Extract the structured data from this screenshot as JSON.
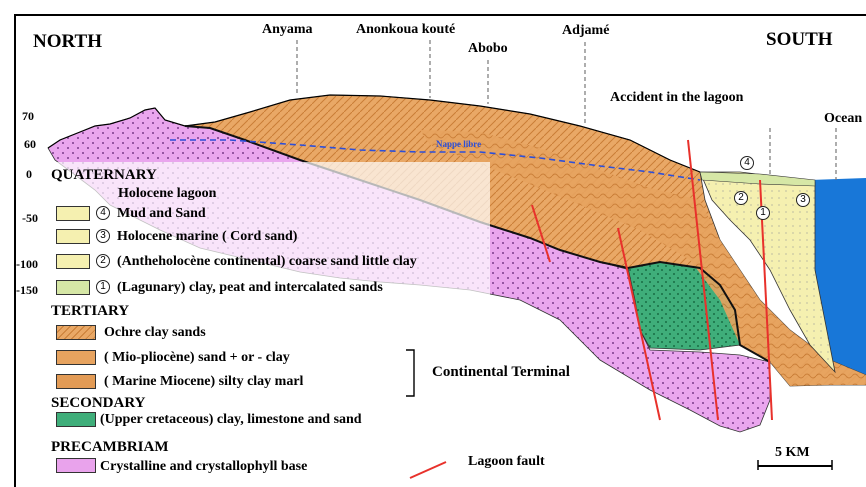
{
  "header": {
    "north": "NORTH",
    "south": "SOUTH"
  },
  "places": {
    "anyama": "Anyama",
    "anonkoua": "Anonkoua kouté",
    "abobo": "Abobo",
    "adjame": "Adjamé",
    "accident": "Accident in the lagoon",
    "ocean": "Ocean"
  },
  "axis": {
    "ticks": [
      "70",
      "60",
      "0",
      "-50",
      "-100",
      "-150"
    ]
  },
  "nappe_label": "Nappe libre",
  "legend": {
    "quaternary": {
      "title": "QUATERNARY",
      "subtitle": "Holocene lagoon",
      "items": [
        {
          "num": "4",
          "text": "Mud and Sand"
        },
        {
          "num": "3",
          "text": "Holocene marine ( Cord sand)"
        },
        {
          "num": "2",
          "text": "(Antheholocène continental) coarse sand little clay"
        },
        {
          "num": "1",
          "text": "(Lagunary) clay, peat and intercalated sands"
        }
      ]
    },
    "tertiary": {
      "title": "TERTIARY",
      "items": [
        {
          "text": "Ochre clay sands"
        },
        {
          "text": "( Mio-pliocène) sand + or - clay"
        },
        {
          "text": "( Marine Miocene) silty clay marl"
        }
      ],
      "group_label": "Continental Terminal"
    },
    "secondary": {
      "title": "SECONDARY",
      "item": "(Upper cretaceous) clay, limestone and sand"
    },
    "precambriam": {
      "title": "PRECAMBRIAM",
      "item": "Crystalline and crystallophyll base"
    },
    "fault": "Lagoon fault"
  },
  "scale": "5 KM",
  "colors": {
    "ochre": "#e8a866",
    "ochre_dark": "#d48a45",
    "pink": "#e9a3ec",
    "green": "#3fae7a",
    "yellow": "#f5f0b0",
    "ocean": "#1877d8",
    "fault": "#e8312b",
    "nappe": "#2d4fd8"
  }
}
